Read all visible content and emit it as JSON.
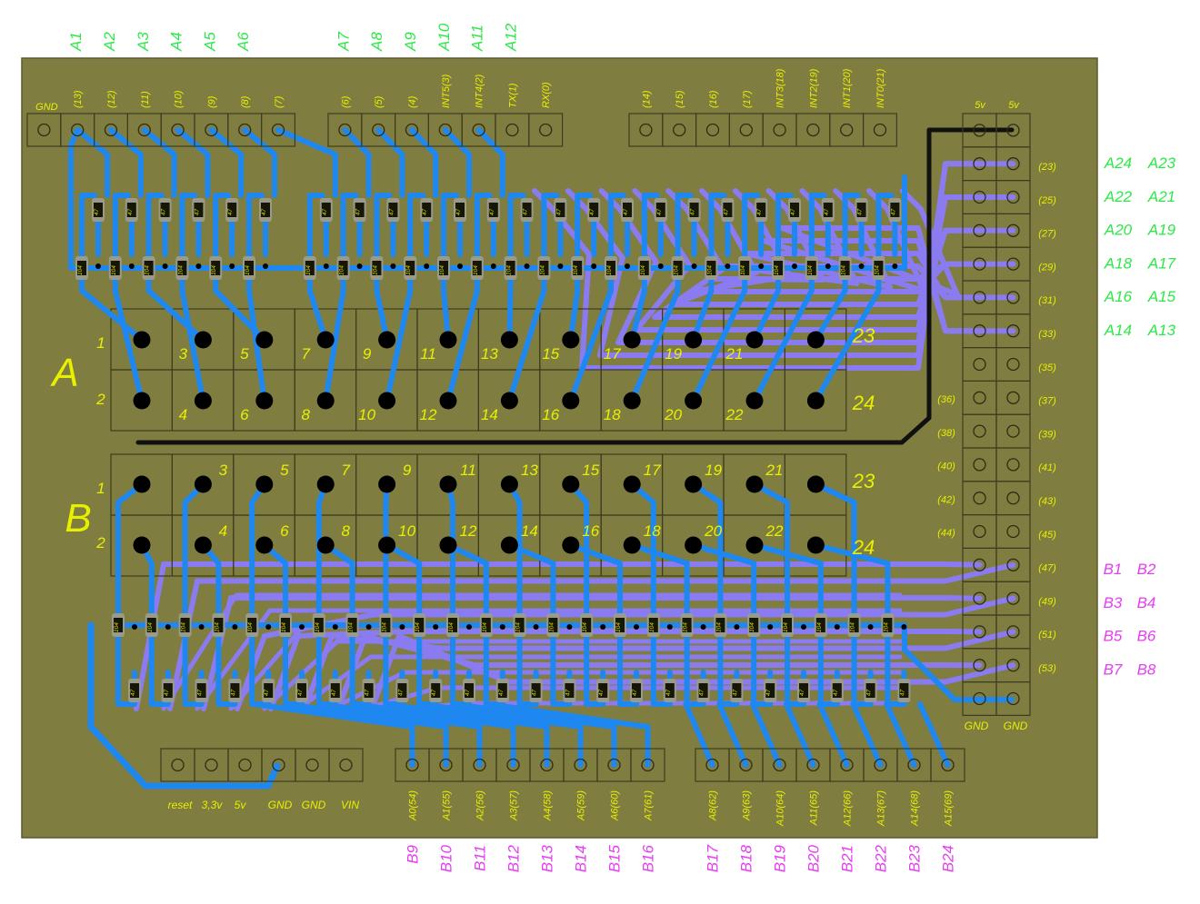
{
  "colors": {
    "board": "#7f7d40",
    "board_edge": "#5c5a2e",
    "copper_top": "#1e88f0",
    "copper_bottom": "#8a7cf0",
    "pad_dark": "#000000",
    "silk_yellow": "#e8f000",
    "label_green": "#2ee84a",
    "label_magenta": "#e43ef0",
    "black_trace": "#111111",
    "cell_line": "#3e3c20",
    "resistor_body": "#9a9a8a",
    "resistor_core": "#161606",
    "resistor_text": "#d8e000"
  },
  "header_top_left": {
    "green_labels": [
      "A1",
      "A2",
      "A3",
      "A4",
      "A5",
      "A6",
      "A7",
      "A8",
      "A9",
      "A10",
      "A11",
      "A12"
    ],
    "pin_labels": [
      "GND",
      "(13)",
      "(12)",
      "(11)",
      "(10)",
      "(9)",
      "(8)",
      "(7)",
      "(6)",
      "(5)",
      "(4)",
      "INT5(3)",
      "INT4(2)",
      "TX(1)",
      "RX(0)"
    ]
  },
  "header_top_right": {
    "pin_labels": [
      "(14)",
      "(15)",
      "(16)",
      "(17)",
      "INT3(18)",
      "INT2(19)",
      "INT1(20)",
      "INT0(21)"
    ]
  },
  "double_header": {
    "top_labels": [
      "5v",
      "5v"
    ],
    "bottom_labels": [
      "GND",
      "GND"
    ],
    "right_labels": [
      "(23)",
      "(25)",
      "(27)",
      "(29)",
      "(31)",
      "(33)",
      "(35)",
      "(37)",
      "(39)",
      "(41)",
      "(43)",
      "(45)",
      "(47)",
      "(49)",
      "(51)",
      "(53)"
    ],
    "left_labels": [
      "(36)",
      "(38)",
      "(40)",
      "(42)",
      "(44)"
    ],
    "green_pairs": [
      [
        "A24",
        "A23"
      ],
      [
        "A22",
        "A21"
      ],
      [
        "A20",
        "A19"
      ],
      [
        "A18",
        "A17"
      ],
      [
        "A16",
        "A15"
      ],
      [
        "A14",
        "A13"
      ]
    ],
    "magenta_pairs": [
      [
        "B1",
        "B2"
      ],
      [
        "B3",
        "B4"
      ],
      [
        "B5",
        "B6"
      ],
      [
        "B7",
        "B8"
      ]
    ]
  },
  "power_header": {
    "pin_labels": [
      "reset",
      "3,3v",
      "5v",
      "GND",
      "GND",
      "VIN"
    ]
  },
  "analog_header_left": {
    "pin_labels": [
      "A0(54)",
      "A1(55)",
      "A2(56)",
      "A3(57)",
      "A4(58)",
      "A5(59)",
      "A6(60)",
      "A7(61)"
    ],
    "magenta_labels": [
      "B9",
      "B10",
      "B11",
      "B12",
      "B13",
      "B14",
      "B15",
      "B16"
    ]
  },
  "analog_header_right": {
    "pin_labels": [
      "A8(62)",
      "A9(63)",
      "A10(64)",
      "A11(65)",
      "A12(66)",
      "A13(67)",
      "A14(68)",
      "A15(69)"
    ],
    "magenta_labels": [
      "B17",
      "B18",
      "B19",
      "B20",
      "B21",
      "B22",
      "B23",
      "B24"
    ]
  },
  "block_a": {
    "title": "A",
    "top_numbers": [
      "1",
      "3",
      "5",
      "7",
      "9",
      "11",
      "13",
      "15",
      "17",
      "19",
      "21",
      "23"
    ],
    "bottom_numbers": [
      "2",
      "4",
      "6",
      "8",
      "10",
      "12",
      "14",
      "16",
      "18",
      "20",
      "22",
      "24"
    ]
  },
  "block_b": {
    "title": "B",
    "top_numbers": [
      "1",
      "3",
      "5",
      "7",
      "9",
      "11",
      "13",
      "15",
      "17",
      "19",
      "21",
      "23"
    ],
    "bottom_numbers": [
      "2",
      "4",
      "6",
      "8",
      "10",
      "12",
      "14",
      "16",
      "18",
      "20",
      "22",
      "24"
    ]
  },
  "resistors": {
    "series_value": "47",
    "pulldown_value": "104",
    "count_per_row": 24
  }
}
